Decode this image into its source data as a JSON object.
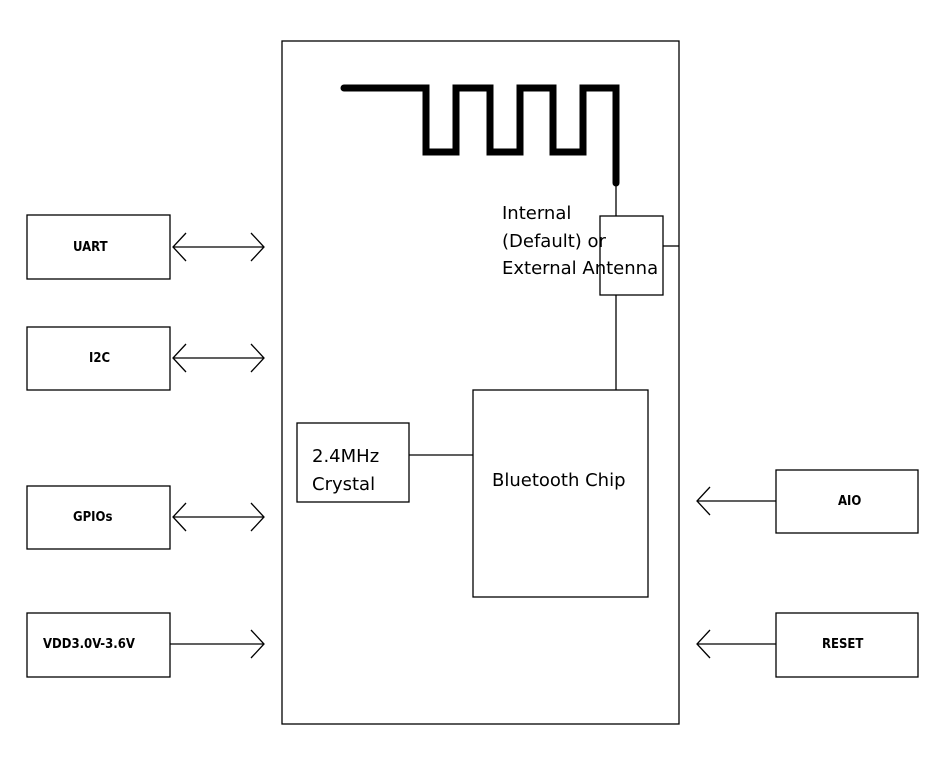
{
  "pins": {
    "uart": "UART",
    "i2c": "I2C",
    "gpios": "GPIOs",
    "vdd": "VDD3.0V-3.6V",
    "aio": "AIO",
    "reset": "RESET"
  },
  "antenna_note": {
    "line1": "Internal",
    "line2": "(Default) or",
    "line3": "External Antenna"
  },
  "crystal": {
    "line1": "2.4MHz",
    "line2": "Crystal"
  },
  "chip": "Bluetooth Chip",
  "colors": {
    "stroke": "#000000",
    "background": "#ffffff"
  }
}
